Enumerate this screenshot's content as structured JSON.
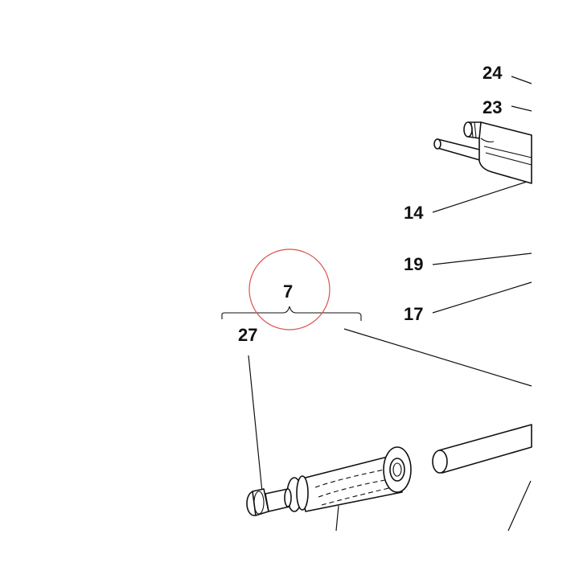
{
  "callouts": {
    "c24": "24",
    "c23": "23",
    "c14": "14",
    "c19": "19",
    "c17": "17",
    "c7": "7",
    "c27": "27"
  },
  "highlight": {
    "color": "#d9534f"
  }
}
